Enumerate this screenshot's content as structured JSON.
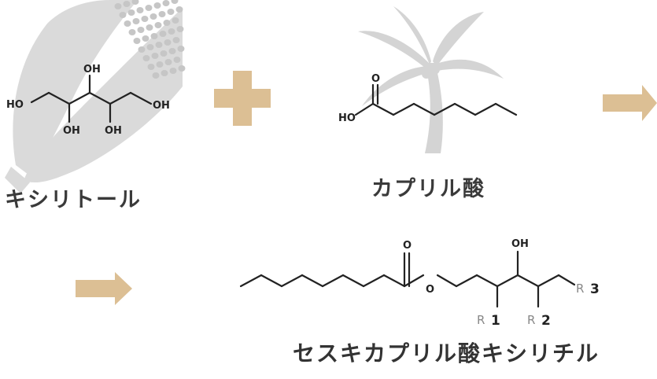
{
  "colors": {
    "accent_tan": "#dcbf94",
    "bond": "#222222",
    "silhouette": "#c8c8c8",
    "r_gray": "#888888"
  },
  "icons": {
    "background_left": "corn-cob-icon",
    "background_right": "palm-tree-icon",
    "operator": "plus-sign-icon",
    "flow": "right-arrow-icon"
  },
  "xylitol": {
    "name": "キシリトール",
    "atoms": {
      "oh_top": "OH",
      "ho_left": "HO",
      "oh_right": "OH",
      "oh_bottom1": "OH",
      "oh_bottom2": "OH"
    }
  },
  "caprylic_acid": {
    "name": "カプリル酸",
    "atoms": {
      "o_top": "O",
      "ho": "HO"
    }
  },
  "product": {
    "name": "セスキカプリル酸キシリチル",
    "atoms": {
      "o_carbonyl": "O",
      "o_ester": "O",
      "oh": "OH"
    },
    "r_groups": [
      {
        "letter": "R",
        "number": "1"
      },
      {
        "letter": "R",
        "number": "2"
      },
      {
        "letter": "R",
        "number": "3"
      }
    ]
  }
}
